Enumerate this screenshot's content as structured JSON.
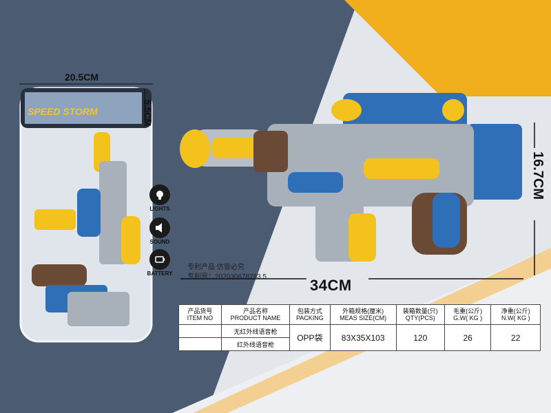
{
  "dimensions": {
    "package_width": "20.5CM",
    "package_height": "5.5CM",
    "gun_length": "34CM",
    "gun_height": "16.7CM"
  },
  "package": {
    "brand": "SPEED STORM"
  },
  "features": [
    {
      "label": "LIGHTS",
      "icon": "light-bulb-icon"
    },
    {
      "label": "SOUND",
      "icon": "speaker-icon"
    },
    {
      "label": "BATTERY",
      "icon": "battery-icon"
    }
  ],
  "patent": {
    "line1": "专利产品  仿冒必究",
    "line2": "专利号：202030678783.5"
  },
  "table": {
    "headers": [
      {
        "cn": "产品货号",
        "en": "ITEM NO"
      },
      {
        "cn": "产品名称",
        "en": "PRODUCT NAME"
      },
      {
        "cn": "包装方式",
        "en": "PACKING"
      },
      {
        "cn": "外箱规格(厘米)",
        "en": "MEAS SIZE(CM)"
      },
      {
        "cn": "装箱数量(只)",
        "en": "QTY(PCS)"
      },
      {
        "cn": "毛重(公斤)",
        "en": "G.W( KG )"
      },
      {
        "cn": "净重(公斤)",
        "en": "N.W( KG )"
      }
    ],
    "rows": [
      {
        "item_no": "",
        "name": "无红外线语音枪"
      },
      {
        "item_no": "",
        "name": "红外线语音枪"
      }
    ],
    "packing": "OPP袋",
    "meas_size": "83X35X103",
    "qty": "120",
    "gw": "26",
    "nw": "22"
  },
  "colors": {
    "background_light": "#dfe3e8",
    "background_dark": "#4a5a70",
    "accent_yellow": "#f2b21c",
    "gun_blue": "#2f6fb8",
    "gun_grey": "#a8b0ba",
    "gun_brown": "#6a4a34",
    "gun_gold": "#f4c21c"
  }
}
